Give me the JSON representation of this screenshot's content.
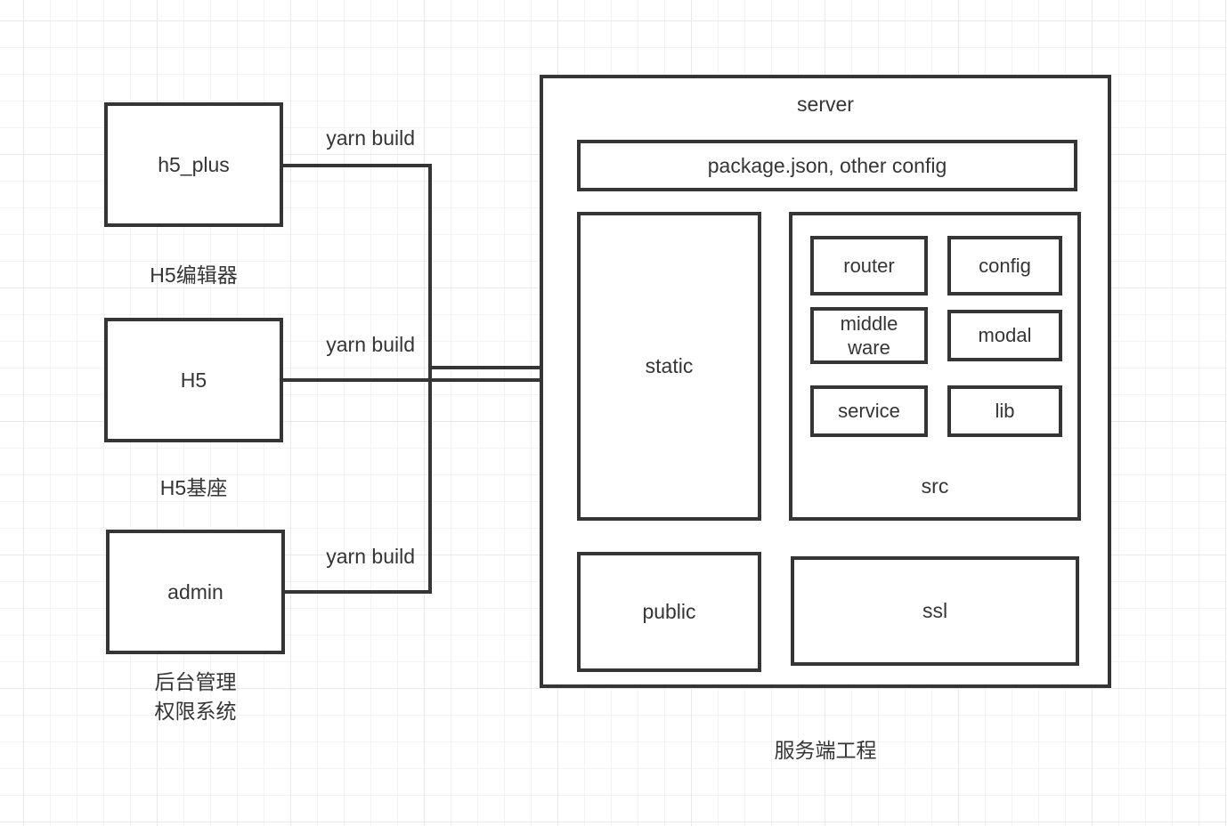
{
  "colors": {
    "stroke": "#353535",
    "text": "#353535",
    "background": "#ffffff",
    "grid_minor": "#f3f3f3",
    "grid_major": "#e9e9e9"
  },
  "clients": [
    {
      "box_label": "h5_plus",
      "caption": "H5编辑器",
      "edge_label": "yarn build"
    },
    {
      "box_label": "H5",
      "caption": "H5基座",
      "edge_label": "yarn build"
    },
    {
      "box_label": "admin",
      "caption": "后台管理\n权限系统",
      "edge_label": "yarn build"
    }
  ],
  "server": {
    "title": "server",
    "caption": "服务端工程",
    "config_file_label": "package.json, other config",
    "static_label": "static",
    "public_label": "public",
    "ssl_label": "ssl",
    "src": {
      "label": "src",
      "modules": [
        "router",
        "config",
        "middle\nware",
        "modal",
        "service",
        "lib"
      ]
    }
  }
}
